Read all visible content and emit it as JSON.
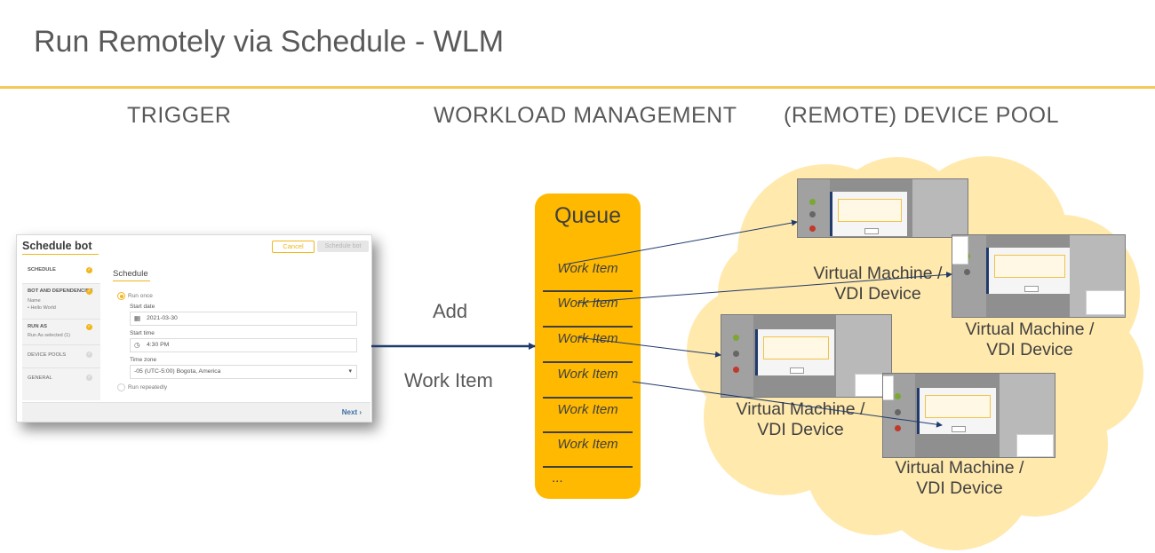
{
  "title": "Run Remotely via Schedule - WLM",
  "columns": {
    "trigger": "TRIGGER",
    "wlm": "WORKLOAD MANAGEMENT",
    "pool": "(REMOTE) DEVICE POOL"
  },
  "flow_labels": {
    "add": "Add",
    "work_item": "Work Item"
  },
  "schedule_bot": {
    "title": "Schedule bot",
    "cancel": "Cancel",
    "schedule": "Schedule bot",
    "sidebar": [
      {
        "label": "SCHEDULE",
        "sub": "",
        "done": true
      },
      {
        "label": "BOT AND DEPENDENCIES",
        "sub": "Name",
        "sub2": "• Hello World",
        "done": true
      },
      {
        "label": "RUN AS",
        "sub": "Run As selected (1)",
        "sub2": "",
        "done": true
      },
      {
        "label": "DEVICE POOLS",
        "sub": "",
        "done": false
      },
      {
        "label": "GENERAL",
        "sub": "",
        "done": false
      }
    ],
    "form_title": "Schedule",
    "run_once": "Run once",
    "start_date_label": "Start date",
    "start_date": "2021-03-30",
    "start_time_label": "Start time",
    "start_time": "4:30 PM",
    "time_zone_label": "Time zone",
    "time_zone": "-05 (UTC-5:00) Bogota, America",
    "run_repeatedly": "Run repeatedly",
    "next": "Next"
  },
  "queue": {
    "title": "Queue",
    "items": [
      "Work Item",
      "Work Item",
      "Work Item",
      "Work Item",
      "Work Item",
      "Work Item"
    ],
    "more": "..."
  },
  "devices": [
    {
      "label": "Virtual Machine /\nVDI Device"
    },
    {
      "label": "Virtual Machine /\nVDI Device"
    },
    {
      "label": "Virtual Machine /\nVDI Device"
    },
    {
      "label": "Virtual Machine /\nVDI Device"
    }
  ],
  "colors": {
    "accent_rule": "#f5c85a",
    "queue_fill": "#ffb900",
    "cloud_fill": "#ffe9ad",
    "arrow": "#1f3a6b"
  }
}
